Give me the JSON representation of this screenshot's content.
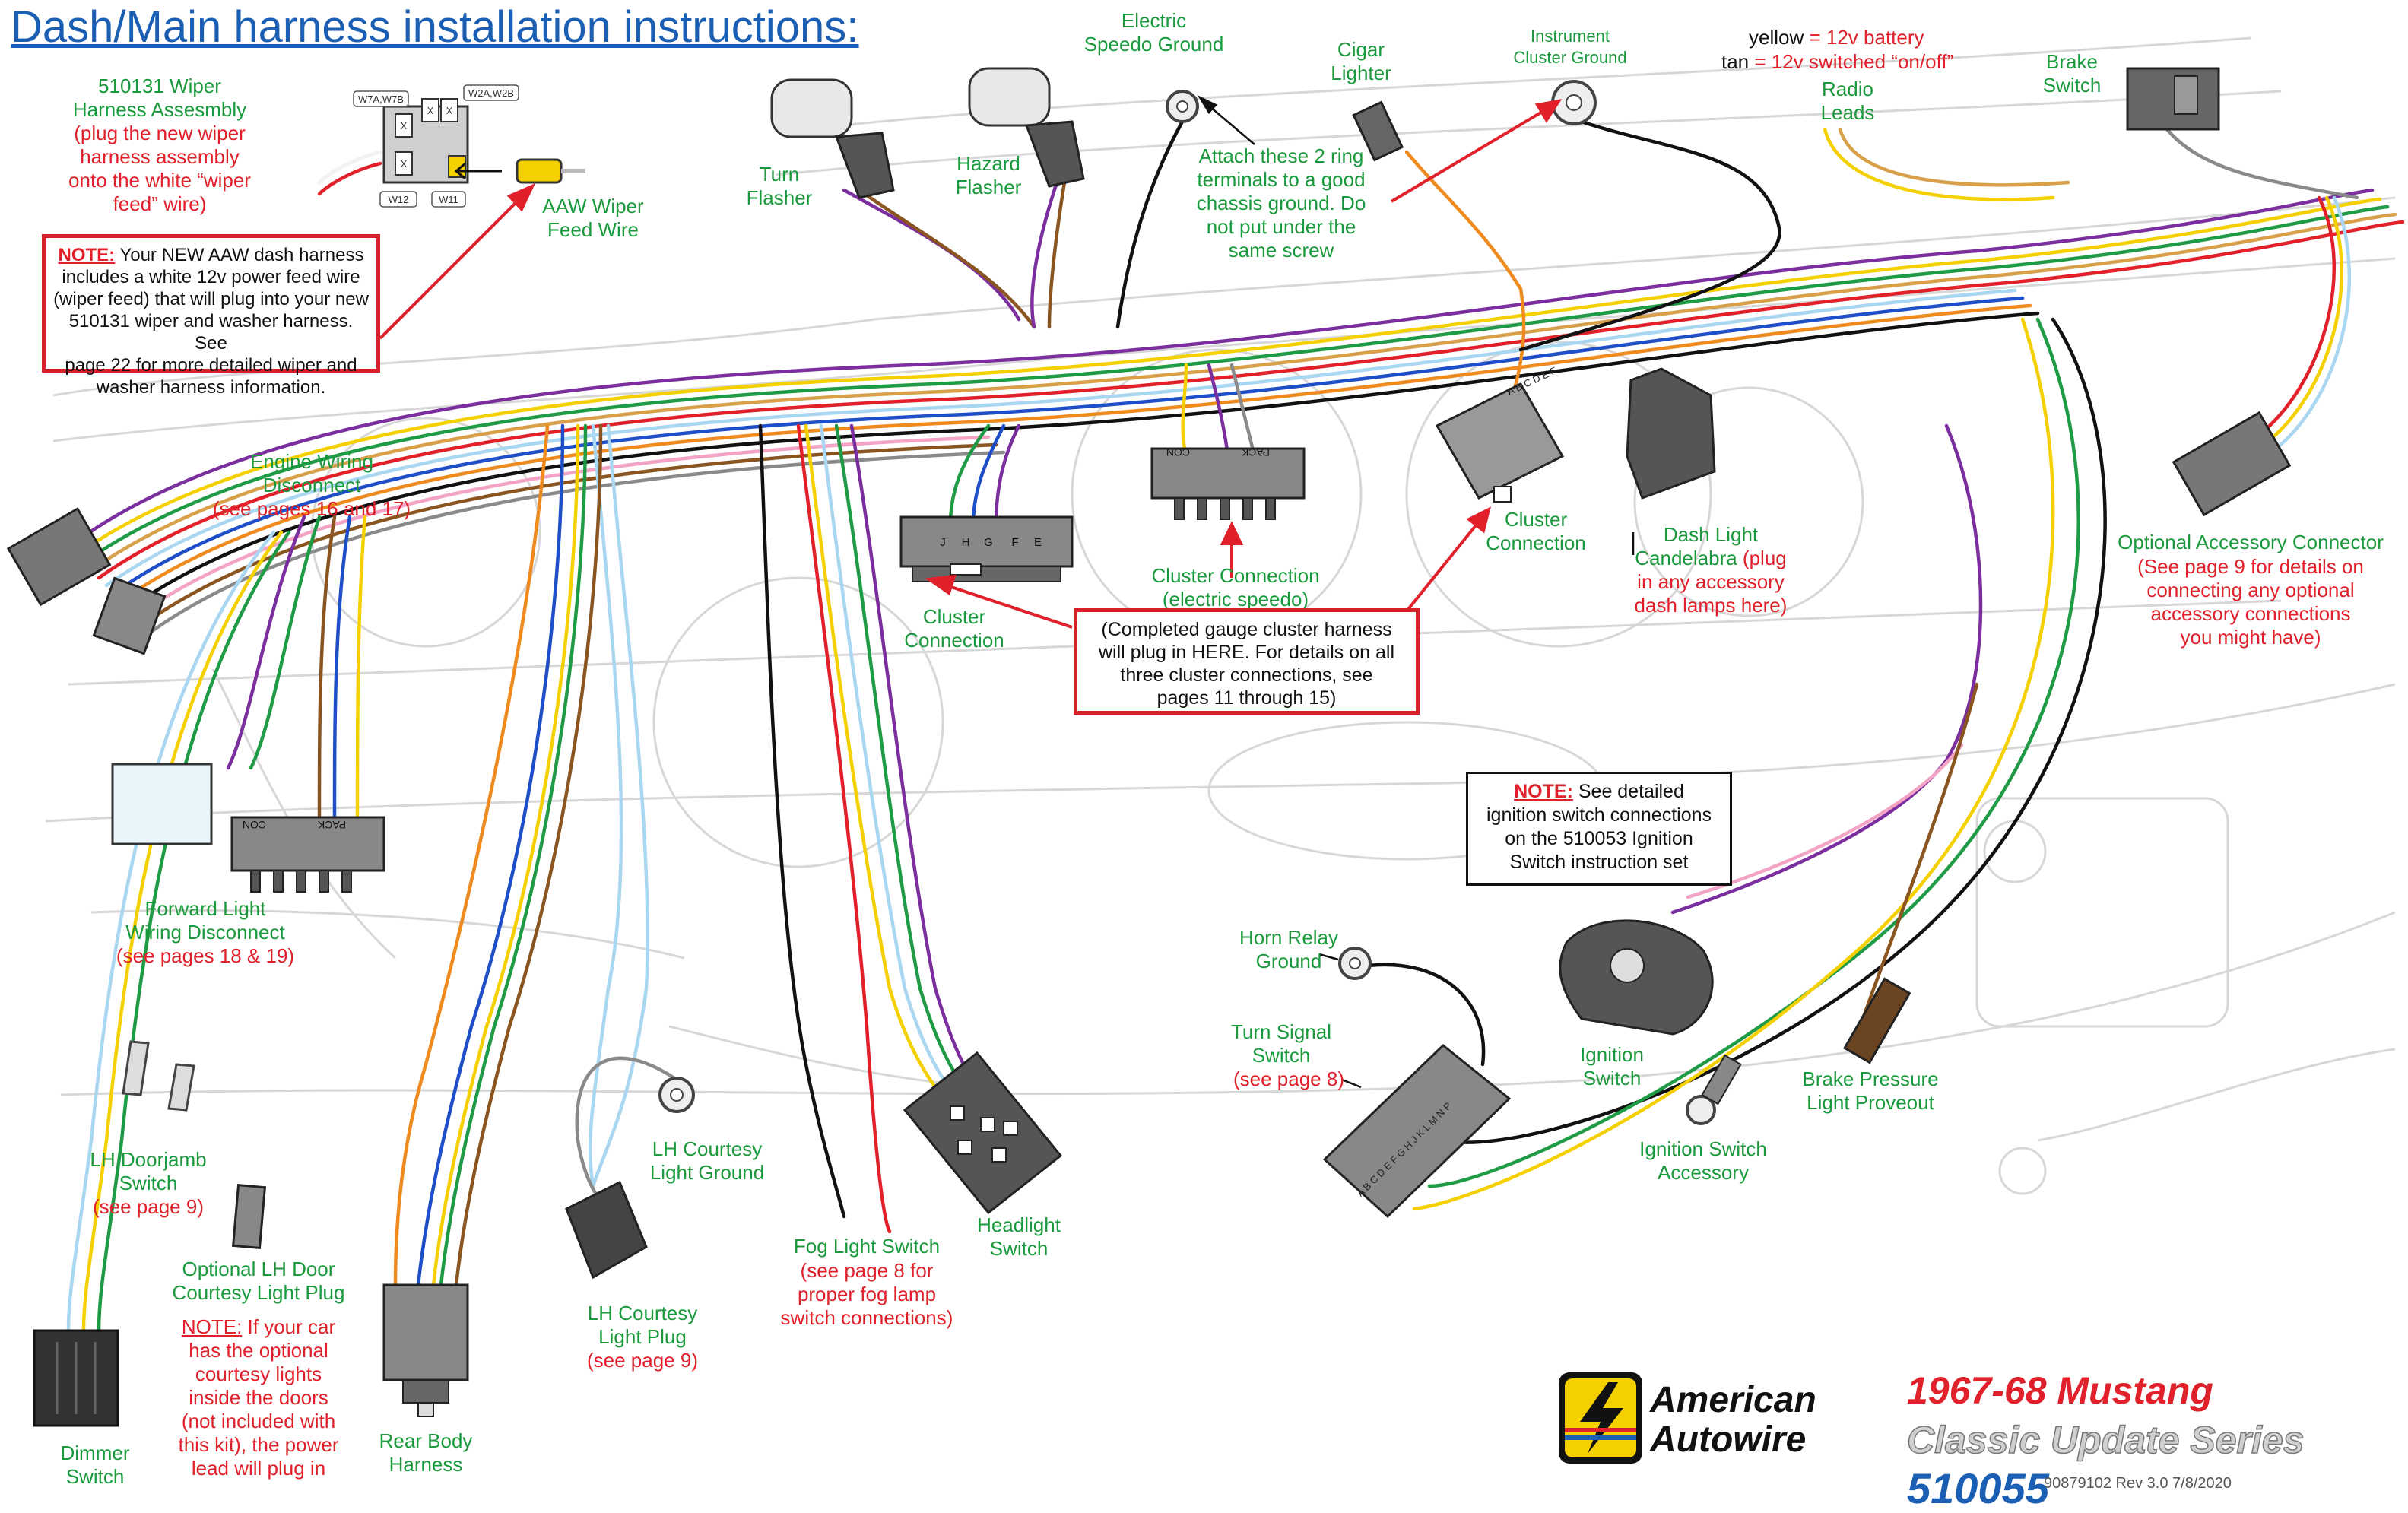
{
  "title": "Dash/Main harness installation instructions:",
  "legend": {
    "yellow_word": "yellow",
    "yellow_rest": " = 12v battery",
    "tan_word": "tan",
    "tan_rest": " = 12v switched “on/off”"
  },
  "labels": {
    "wiper_harness": [
      "510131 Wiper",
      "Harness Assesmbly"
    ],
    "wiper_harness_note": [
      "(plug the new wiper",
      "harness assembly",
      "onto the white “wiper",
      "feed” wire)"
    ],
    "aaw_wiper": [
      "AAW Wiper",
      "Feed Wire"
    ],
    "turn_flasher": [
      "Turn",
      "Flasher"
    ],
    "hazard_flasher": [
      "Hazard",
      "Flasher"
    ],
    "electric_speedo_ground": [
      "Electric",
      "Speedo Ground"
    ],
    "cigar_lighter": [
      "Cigar",
      "Lighter"
    ],
    "instrument_cluster_ground": [
      "Instrument",
      "Cluster Ground"
    ],
    "attach_rings": [
      "Attach these 2 ring",
      "terminals to a good",
      "chassis ground. Do",
      "not put under the",
      "same screw"
    ],
    "radio_leads": [
      "Radio",
      "Leads"
    ],
    "brake_switch": [
      "Brake",
      "Switch"
    ],
    "engine_wiring": [
      "Engine Wiring",
      "Disconnect"
    ],
    "engine_wiring_pages": "(see pages 16 and 17)",
    "cluster_connection_left": [
      "Cluster",
      "Connection"
    ],
    "cluster_connection_mid": [
      "Cluster Connection",
      "(electric speedo)"
    ],
    "cluster_connection_right": [
      "Cluster",
      "Connection"
    ],
    "dash_light": [
      "Dash Light",
      "Candelabra"
    ],
    "dash_light_note": [
      "(plug",
      "in any accessory",
      "dash lamps here)"
    ],
    "optional_accessory": "Optional Accessory Connector",
    "optional_accessory_note": [
      "(See page 9 for details on",
      "connecting any optional",
      "accessory connections",
      "you might have)"
    ],
    "forward_light": [
      "Forward Light",
      "Wiring Disconnect"
    ],
    "forward_light_pages": "(see pages 18 & 19)",
    "horn_relay": [
      "Horn Relay",
      "Ground"
    ],
    "turn_signal": [
      "Turn Signal",
      "Switch"
    ],
    "turn_signal_pages": "(see page 8)",
    "ignition_switch": [
      "Ignition",
      "Switch"
    ],
    "brake_pressure": [
      "Brake Pressure",
      "Light Proveout"
    ],
    "ignition_accessory": [
      "Ignition Switch",
      "Accessory"
    ],
    "lh_doorjamb": [
      "LH Doorjamb",
      "Switch"
    ],
    "lh_doorjamb_page": "(see page 9)",
    "lh_courtesy_ground": [
      "LH Courtesy",
      "Light Ground"
    ],
    "optional_lh_door": [
      "Optional LH Door",
      "Courtesy Light Plug"
    ],
    "optional_note_tail": [
      "If your car",
      "has the optional",
      "courtesy lights",
      "inside the doors",
      "(not included with",
      "this kit), the power",
      "lead will plug in"
    ],
    "headlight_switch": [
      "Headlight",
      "Switch"
    ],
    "fog_light": "Fog Light Switch",
    "fog_light_note": [
      "(see page 8 for",
      "proper fog lamp",
      "switch connections)"
    ],
    "lh_courtesy_plug": [
      "LH Courtesy",
      "Light Plug"
    ],
    "lh_courtesy_plug_page": "(see page 9)",
    "rear_body": [
      "Rear Body",
      "Harness"
    ],
    "dimmer": [
      "Dimmer",
      "Switch"
    ],
    "note_word": "NOTE:"
  },
  "notes": {
    "wiper_note": [
      "Your NEW AAW dash harness",
      "includes a white 12v power feed wire",
      "(wiper feed) that will plug into your new",
      "510131 wiper and washer harness. See",
      "page 22 for more detailed wiper and",
      "washer harness information."
    ],
    "cluster_note": [
      "(Completed gauge cluster harness",
      "will plug in HERE. For details on all",
      "three cluster connections, see",
      "pages 11 through 15)"
    ],
    "ignition_note": [
      "See detailed",
      "ignition switch connections",
      "on the 510053 Ignition",
      "Switch instruction set"
    ]
  },
  "connector_marks": {
    "wiper_tags": [
      "W7A,W7B",
      "W2A,W2B",
      "W12",
      "W11",
      "X",
      "X",
      "X",
      "X"
    ],
    "cluster_letters": [
      "E",
      "F",
      "G",
      "H",
      "J"
    ],
    "cluster_con": "CON",
    "cluster_pack": "PACK",
    "cluster_right_letters": [
      "A",
      "B",
      "C",
      "D",
      "E",
      "F"
    ],
    "turn_signal_letters": "A B C D E F G H J K L M N P"
  },
  "brand": {
    "company": [
      "American",
      "Autowire"
    ],
    "model": "1967-68 Mustang",
    "series": "Classic Update Series",
    "part": "510055",
    "doc": "90879102   Rev 3.0  7/8/2020"
  },
  "colors": {
    "label_green": "#1a9a3c",
    "note_red": "#e0202a",
    "title_blue": "#1a5fb4",
    "wire_purple": "#7b2f9e",
    "wire_yellow": "#f5d000",
    "wire_tan": "#d9a04a",
    "wire_orange": "#ef8a1e",
    "wire_brown": "#8a5520",
    "wire_green": "#1f9a45",
    "wire_lightblue": "#a9d6f0",
    "wire_blue": "#1e4fc8",
    "wire_red": "#e2202a",
    "wire_pink": "#f3a4c4",
    "wire_black": "#111111",
    "wire_gray": "#8a8a8a",
    "wire_white": "#f2f2f2"
  }
}
